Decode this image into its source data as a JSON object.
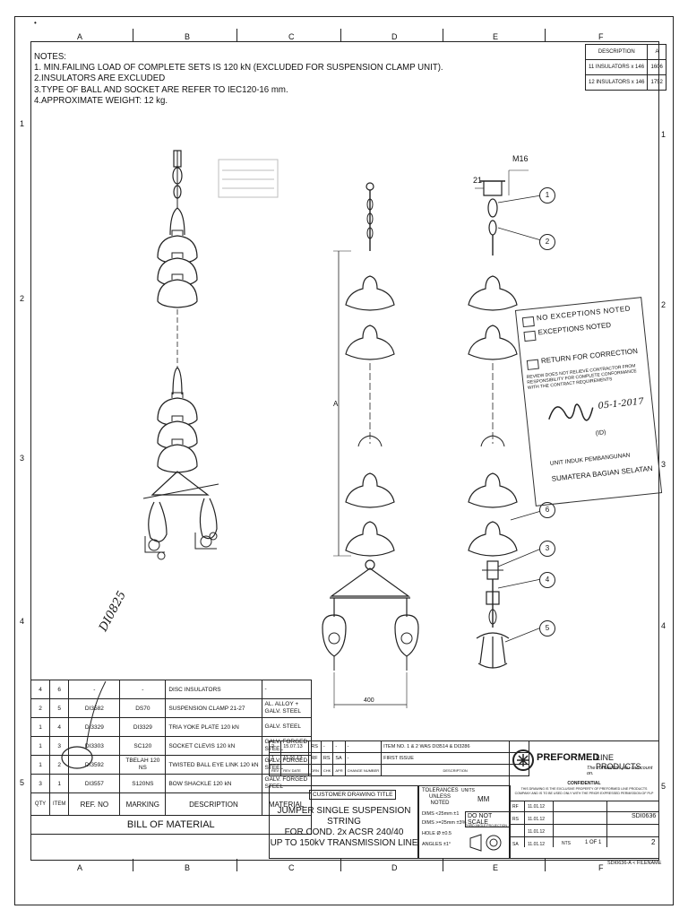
{
  "columns": [
    "A",
    "B",
    "C",
    "D",
    "E",
    "F"
  ],
  "rows": [
    "1",
    "2",
    "3",
    "4",
    "5"
  ],
  "notes": {
    "heading": "NOTES:",
    "lines": [
      "1. MIN.FAILING LOAD OF COMPLETE SETS IS 120 kN (EXCLUDED FOR SUSPENSION CLAMP UNIT).",
      "2.INSULATORS ARE EXCLUDED",
      "3.TYPE OF BALL AND SOCKET ARE REFER TO IEC120-16 mm.",
      "4.APPROXIMATE WEIGHT: 12 kg."
    ]
  },
  "rev_table": {
    "header": [
      "DESCRIPTION",
      "A"
    ],
    "rows": [
      [
        "11 INSULATORS x 146",
        "1606"
      ],
      [
        "12 INSULATORS x 146",
        "1752"
      ]
    ]
  },
  "dimensions": {
    "m16": "M16",
    "d21": "21",
    "a": "A",
    "d400": "400"
  },
  "callouts": [
    "1",
    "2",
    "6",
    "3",
    "4",
    "5"
  ],
  "handwritten": "DI0825",
  "stamp": {
    "line1": "NO EXCEPTIONS NOTED",
    "line2": "EXCEPTIONS NOTED",
    "line3": "RETURN FOR CORRECTION",
    "review": "REVIEW DOES NOT RELIEVE CONTRACTOR FROM RESPONSIBILITY FOR COMPLETE CONFORMANCE WITH THE CONTRACT REQUIREMENTS",
    "date": "05-1-2017",
    "initials": "(ID)",
    "unit": "UNIT INDUK PEMBANGUNAN",
    "region": "SUMATERA BAGIAN SELATAN"
  },
  "bom": {
    "rows": [
      {
        "qty": "4",
        "item": "6",
        "ref": "-",
        "marking": "-",
        "desc": "DISC INSULATORS",
        "mat": "-"
      },
      {
        "qty": "2",
        "item": "5",
        "ref": "DI3582",
        "marking": "DS70",
        "desc": "SUSPENSION CLAMP 21-27",
        "mat": "AL. ALLOY + GALV. STEEL"
      },
      {
        "qty": "1",
        "item": "4",
        "ref": "DI3329",
        "marking": "DI3329",
        "desc": "TRIA YOKE PLATE 120 kN",
        "mat": "GALV. STEEL"
      },
      {
        "qty": "1",
        "item": "3",
        "ref": "DI3303",
        "marking": "SC120",
        "desc": "SOCKET CLEVIS 120 kN",
        "mat": "GALV. FORGED STEEL"
      },
      {
        "qty": "1",
        "item": "2",
        "ref": "DI3592",
        "marking": "TBELAH 120 NS",
        "desc": "TWISTED BALL EYE LINK 120 kN",
        "mat": "GALV. FORGED STEEL"
      },
      {
        "qty": "3",
        "item": "1",
        "ref": "DI3557",
        "marking": "S120NS",
        "desc": "BOW SHACKLE 120 kN",
        "mat": "GALV. FORGED STEEL"
      }
    ],
    "header": {
      "qty": "QTY",
      "item": "ITEM",
      "ref": "REF. NO",
      "marking": "MARKING",
      "desc": "DESCRIPTION",
      "mat": "MATERIAL"
    },
    "title": "BILL OF MATERIAL"
  },
  "revisions": [
    {
      "rev": "2",
      "date": "15.07.13",
      "by": "RS",
      "chk": "-",
      "apr": "-",
      "chg": "-",
      "desc": "ITEM NO. 1 & 2 WAS DI3514 & DI3286"
    },
    {
      "rev": "1",
      "date": "11.01.12",
      "by": "RF",
      "chk": "RS",
      "apr": "SA",
      "chg": "-",
      "desc": "FIRST ISSUE"
    }
  ],
  "revision_header": {
    "rev": "REV",
    "date": "REV DATE",
    "by": "DRN",
    "chk": "CHK",
    "apr": "APR",
    "chg": "CHANGE NUMBER",
    "desc": "DESCRIPTION"
  },
  "title_block": {
    "customer_title": "CUSTOMER DRAWING TITLE",
    "title_lines": [
      "JUMPER SINGLE SUSPENSION STRING",
      "FOR COND. 2x ACSR 240/40",
      "UP TO 150kV TRANSMISSION LINE"
    ],
    "tolerances": "TOLERANCES UNLESS NOTED",
    "units_label": "UNITS",
    "units": "MM",
    "do_not_scale": "DO NOT SCALE",
    "dims1": "DIMS <25mm ±1",
    "dims2": "DIMS >=25mm ±3%",
    "hole": "HOLE Ø ±0.5",
    "angles": "ANGLES ±1°",
    "projection": "THIRD ANGLE PROJECTION",
    "company_a": "PREFORMED",
    "company_b": "LINE PRODUCTS",
    "slogan": "The connection you can count on.",
    "confidential": "CONFIDENTIAL",
    "conf_text": "THIS DRAWING IS THE EXCLUSIVE PROPERTY OF PREFORMED LINE PRODUCTS COMPANY AND IS TO BE USED ONLY WITH THE PRIOR EXPRESSED PERMISSION OF PLP",
    "drawing_no": "SDI0636",
    "sheet": "1 OF 1",
    "scale": "NTS",
    "rev": "2",
    "date1": "11.01.12",
    "filename": "SDI0636-A < FILENAME",
    "drn": "RF",
    "chk": "RS",
    "apr": "SA"
  }
}
